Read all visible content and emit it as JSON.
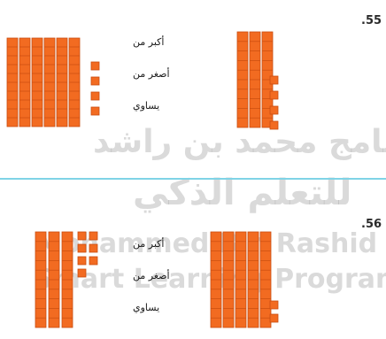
{
  "questions": [
    {
      "number": ".55",
      "options": [
        "أكبر من",
        "أصغر من",
        "يساوي"
      ]
    },
    {
      "number": ".56",
      "options": [
        "أكبر من",
        "أصغر من",
        "يساوي"
      ]
    }
  ],
  "watermark": {
    "line1": "برنامج محمد بن راشد",
    "line2": "للتعلم الذكي",
    "line3": "Mohammed Bin Rashid",
    "line4": "Smart Learning Program"
  },
  "colors": {
    "block": "#f26b21",
    "block_edge": "#c94d10",
    "divider": "#7fd3e6"
  },
  "groups": [
    {
      "name": "q55-left",
      "tens": 6,
      "ones": 4
    },
    {
      "name": "q55-right",
      "tens": 3,
      "ones": 4
    },
    {
      "name": "q56-left",
      "tens": 3,
      "ones": 7
    },
    {
      "name": "q56-right",
      "tens": 5,
      "ones": 2
    }
  ]
}
